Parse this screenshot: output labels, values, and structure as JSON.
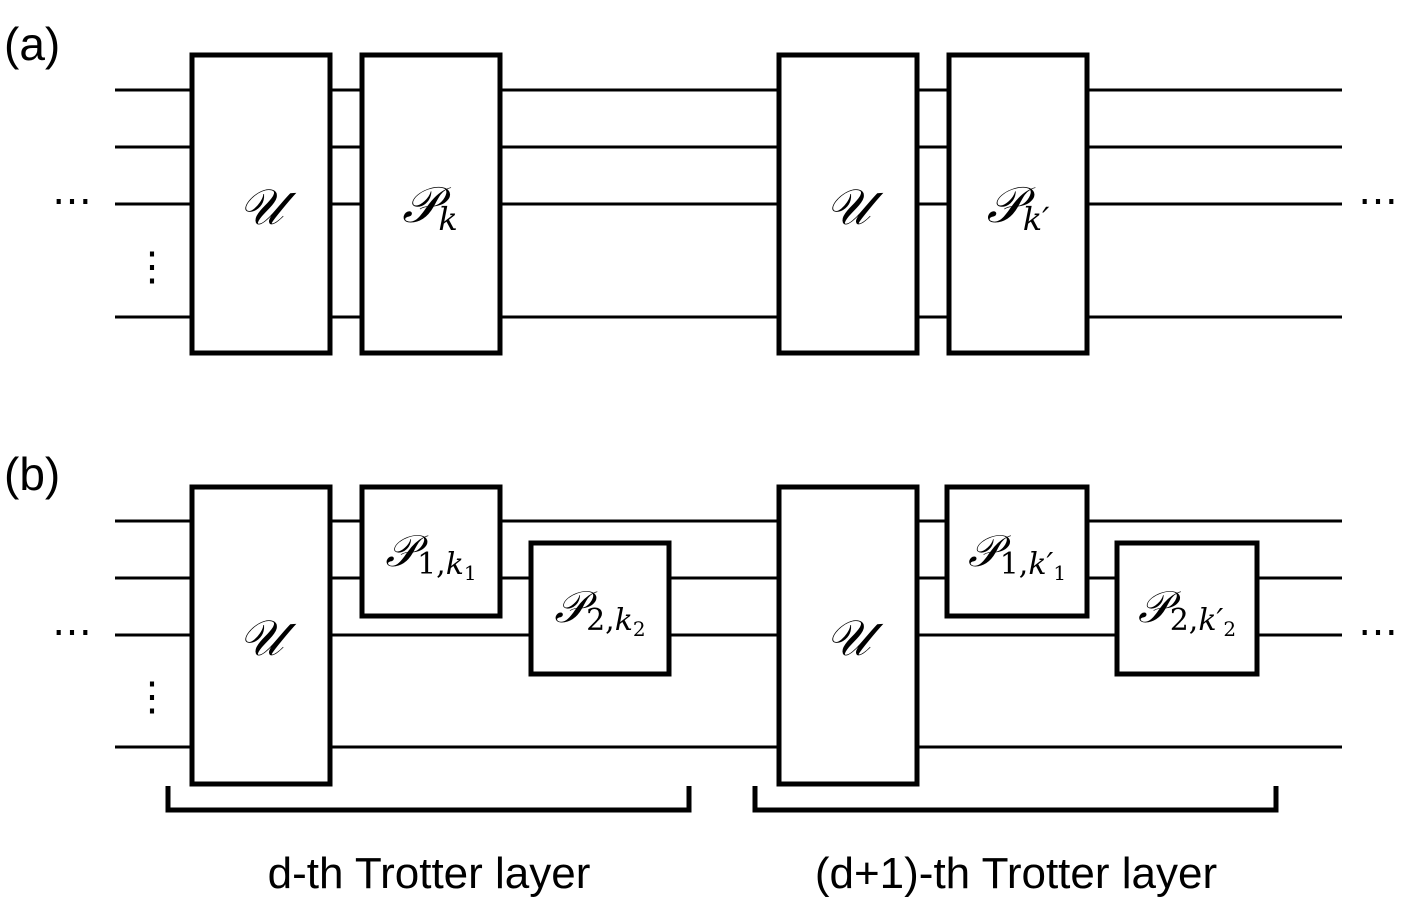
{
  "panels": {
    "a": {
      "label": "(a)",
      "gates": [
        {
          "op": "𝒰",
          "sub": ""
        },
        {
          "op": "𝒫",
          "sub": "k"
        },
        {
          "op": "𝒰",
          "sub": ""
        },
        {
          "op": "𝒫",
          "sub": "k′"
        }
      ]
    },
    "b": {
      "label": "(b)",
      "gates": [
        {
          "op": "𝒰",
          "sub": ""
        },
        {
          "op": "𝒫",
          "sub1": "1,",
          "sub2": "k",
          "sub3": "1"
        },
        {
          "op": "𝒫",
          "sub1": "2,",
          "sub2": "k",
          "sub3": "2"
        },
        {
          "op": "𝒰",
          "sub": ""
        },
        {
          "op": "𝒫",
          "sub1": "1,",
          "sub2": "k′",
          "sub3": "1"
        },
        {
          "op": "𝒫",
          "sub1": "2,",
          "sub2": "k′",
          "sub3": "2"
        }
      ]
    }
  },
  "ellipsis": {
    "horizontal": "⋯",
    "vertical": "⋮"
  },
  "layers": [
    {
      "label": "d-th Trotter layer"
    },
    {
      "label": "(d+1)-th Trotter layer"
    }
  ]
}
